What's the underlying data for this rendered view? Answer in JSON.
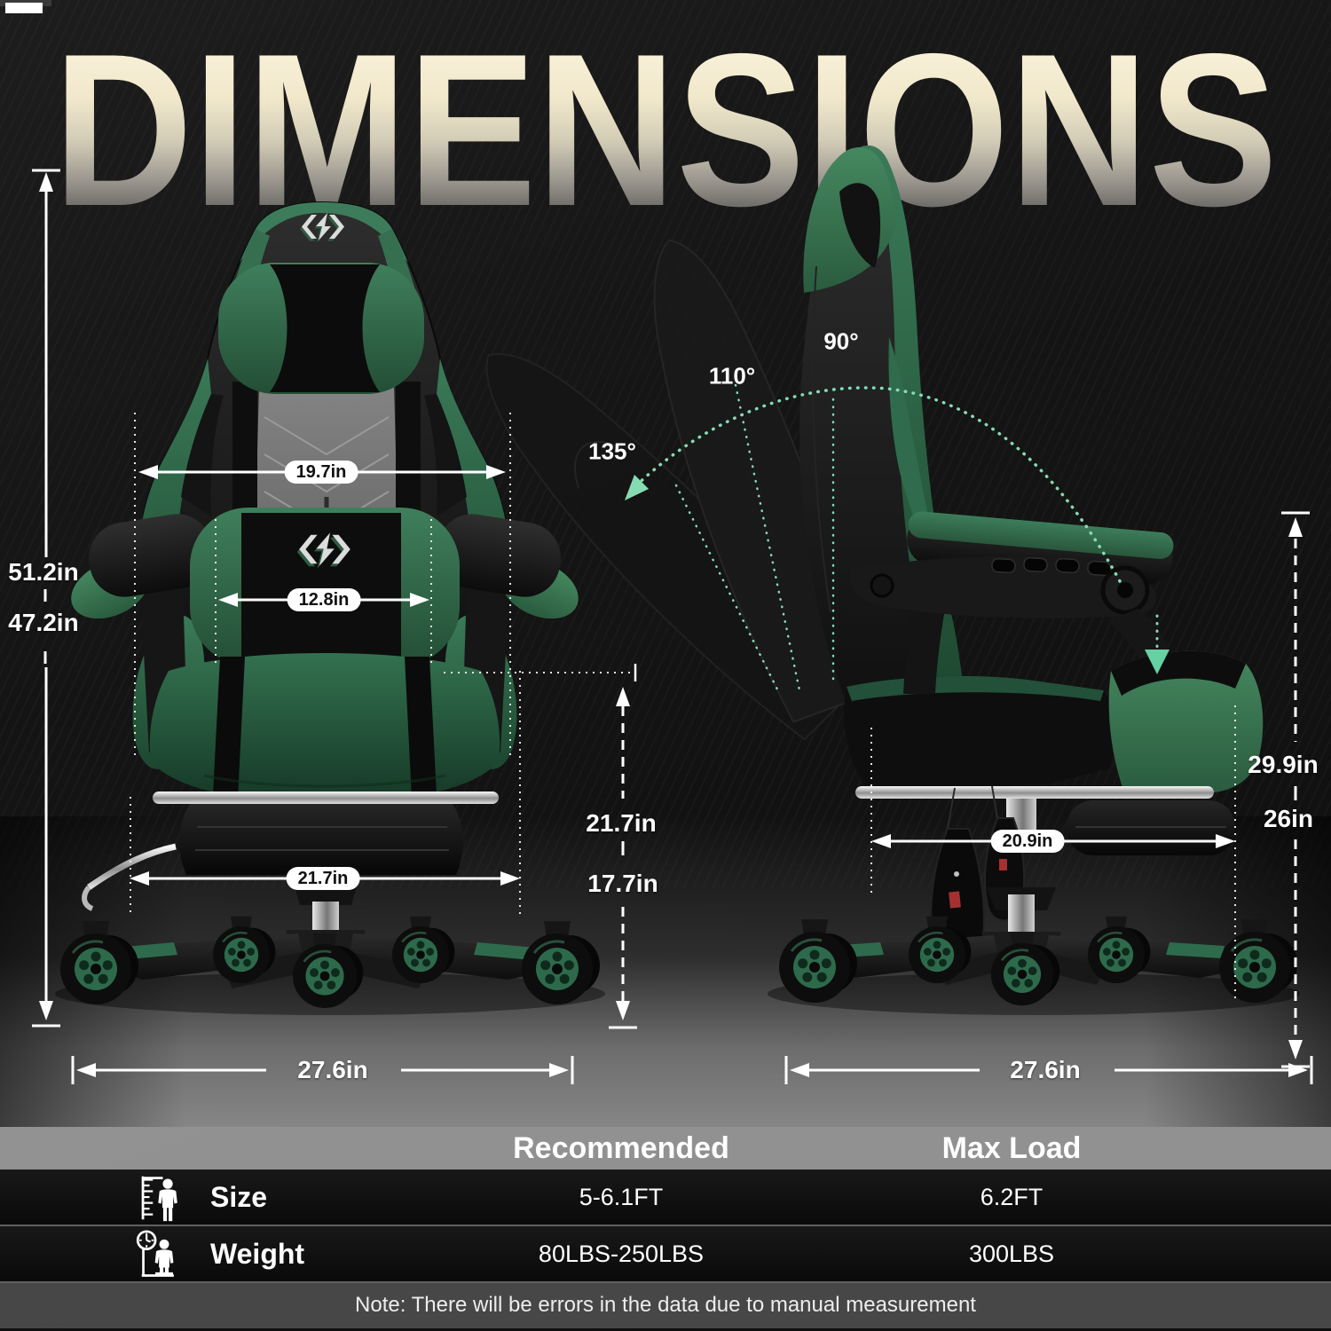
{
  "title": "DIMENSIONS",
  "front_view": {
    "name": "gaming chair front view",
    "dims": {
      "total_height": "51.2in",
      "backrest_height": "47.2in",
      "backrest_width": "19.7in",
      "lumbar_pillow_width": "12.8in",
      "seat_width": "21.7in",
      "seat_height_max": "21.7in",
      "seat_height_min": "17.7in",
      "base_width": "27.6in"
    }
  },
  "side_view": {
    "name": "gaming chair side view with recline positions",
    "angles": [
      "90°",
      "110°",
      "135°"
    ],
    "dims": {
      "armrest_height_max": "29.9in",
      "armrest_height_min": "26in",
      "seat_depth": "20.9in",
      "base_width": "27.6in"
    }
  },
  "table": {
    "columns": {
      "recommended": "Recommended",
      "max_load": "Max Load"
    },
    "rows": [
      {
        "label": "Size",
        "icon": "height-ruler-person-icon",
        "recommended": "5-6.1FT",
        "max_load": "6.2FT"
      },
      {
        "label": "Weight",
        "icon": "weight-scale-person-icon",
        "recommended": "80LBS-250LBS",
        "max_load": "300LBS"
      }
    ],
    "note": "Note: There will be errors in the data due to manual measurement"
  },
  "colors": {
    "chair_green": "#2f6b4c",
    "accent_mint": "#86dcb2",
    "title_cream": "#f7efd6",
    "dimension_white": "#ffffff"
  }
}
